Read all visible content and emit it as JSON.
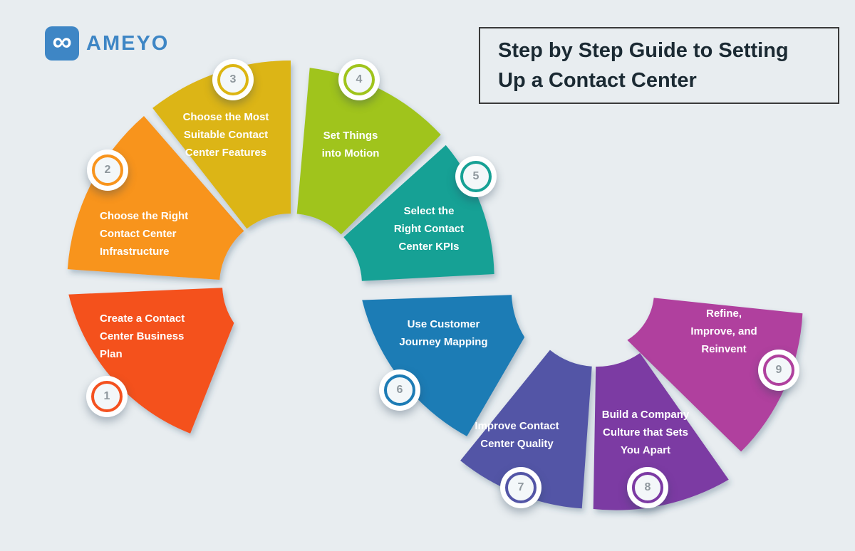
{
  "page": {
    "background": "#e8edf0"
  },
  "logo": {
    "brand": "AMEYO",
    "symbol": "∞",
    "color": "#3e86c5"
  },
  "title": {
    "lines": [
      "Step by Step Guide to Setting",
      "Up a Contact Center"
    ]
  },
  "badge": {
    "number_color": "#8f989e"
  },
  "steps": [
    {
      "number": "1",
      "color": "#F4511F",
      "label_lines": [
        "Create a Contact",
        "Center Business",
        "Plan"
      ]
    },
    {
      "number": "2",
      "color": "#F8941D",
      "label_lines": [
        "Choose the Right",
        "Contact Center",
        "Infrastructure"
      ]
    },
    {
      "number": "3",
      "color": "#DCB512",
      "label_lines": [
        "Choose the Most",
        "Suitable Contact",
        "Center Features"
      ]
    },
    {
      "number": "4",
      "color": "#A0C41C",
      "label_lines": [
        "Set Things",
        "into Motion"
      ]
    },
    {
      "number": "5",
      "color": "#16A195",
      "label_lines": [
        "Select the",
        "Right Contact",
        "Center KPIs"
      ]
    },
    {
      "number": "6",
      "color": "#1E7CB5",
      "label_lines": [
        "Use Customer",
        "Journey Mapping"
      ]
    },
    {
      "number": "7",
      "color": "#5355A6",
      "label_lines": [
        "Improve Contact",
        "Center Quality"
      ]
    },
    {
      "number": "8",
      "color": "#7C3AA3",
      "label_lines": [
        "Build a Company",
        "Culture that Sets",
        "You Apart"
      ]
    },
    {
      "number": "9",
      "color": "#B0419E",
      "label_lines": [
        "Refine,",
        "Improve, and",
        "Reinvent"
      ]
    }
  ]
}
